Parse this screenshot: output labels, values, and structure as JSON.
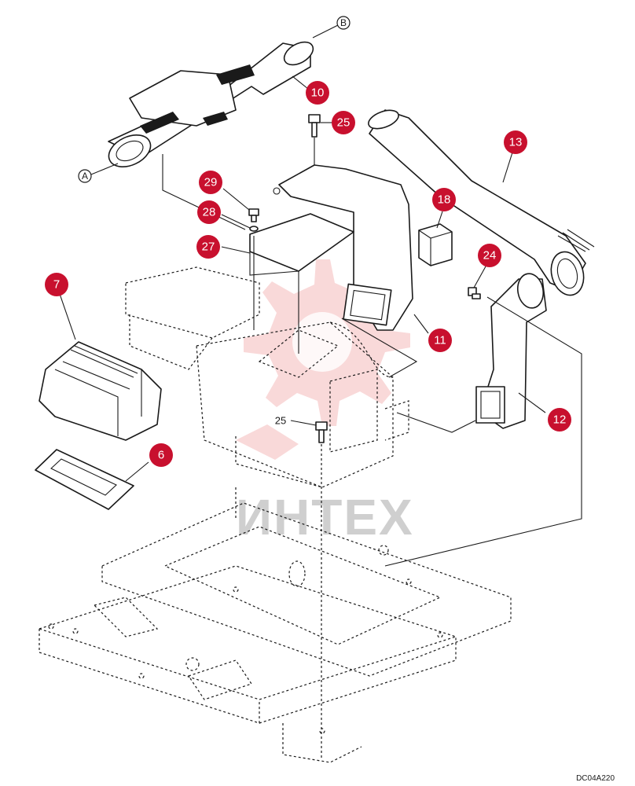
{
  "callouts": {
    "c10": "10",
    "c25a": "25",
    "c13": "13",
    "c29": "29",
    "c28": "28",
    "c18": "18",
    "c27": "27",
    "c24": "24",
    "c7": "7",
    "c11": "11",
    "c12": "12",
    "c6": "6"
  },
  "plain_labels": {
    "c25b": "25"
  },
  "ref_markers": {
    "A": "A",
    "B": "B"
  },
  "watermark": "ИНТЕХ",
  "drawing_code": "DC04A220",
  "colors": {
    "callout": "#c8102e",
    "line": "#1a1a1a",
    "watermark": "#f4b9b9"
  }
}
